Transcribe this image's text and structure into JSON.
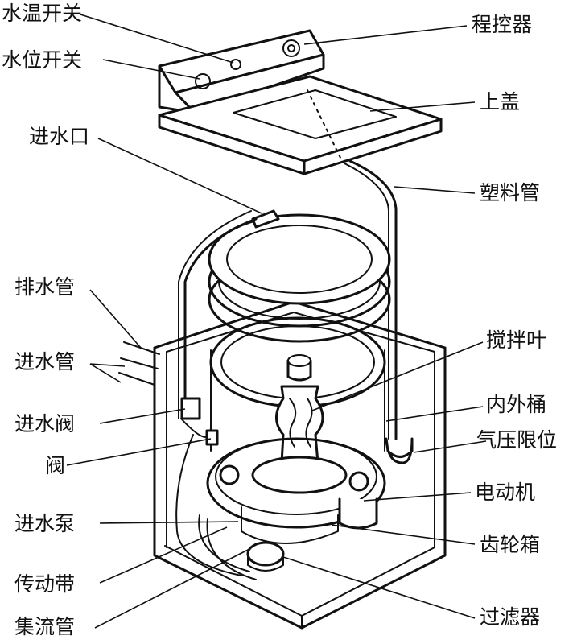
{
  "labels": {
    "water_temp_switch": "水温开关",
    "water_level_switch": "水位开关",
    "programmer": "程控器",
    "top_lid": "上盖",
    "water_inlet": "进水口",
    "plastic_tube": "塑料管",
    "drain_pipe": "排水管",
    "inlet_pipe": "进水管",
    "agitator": "搅拌叶",
    "inlet_valve": "进水阀",
    "inner_outer_tub": "内外桶",
    "valve": "阀",
    "air_pressure_limiter": "气压限位",
    "motor": "电动机",
    "inlet_pump": "进水泵",
    "gearbox": "齿轮箱",
    "drive_belt": "传动带",
    "collector_pipe": "集流管",
    "filter": "过滤器"
  }
}
